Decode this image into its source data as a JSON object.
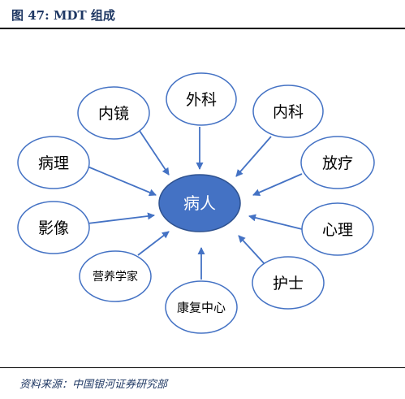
{
  "figure": {
    "title": "图 47:  MDT 组成",
    "source": "资料来源：中国银河证券研究部"
  },
  "colors": {
    "accent": "#4472C4",
    "center_fill": "#4472C4",
    "center_stroke": "#2F528F",
    "node_stroke": "#4472C4",
    "arrow": "#4472C4",
    "text": "#000000",
    "title": "#1F3864"
  },
  "diagram": {
    "center": {
      "label": "病人"
    },
    "nodes": [
      {
        "id": "waike",
        "label": "外科"
      },
      {
        "id": "neike",
        "label": "内科"
      },
      {
        "id": "fangliao",
        "label": "放疗"
      },
      {
        "id": "xinli",
        "label": "心理"
      },
      {
        "id": "hushi",
        "label": "护士"
      },
      {
        "id": "kangfu",
        "label": "康复中心"
      },
      {
        "id": "yingyang",
        "label": "营养学家"
      },
      {
        "id": "yingxiang",
        "label": "影像"
      },
      {
        "id": "bingli",
        "label": "病理"
      },
      {
        "id": "neijing",
        "label": "内镜"
      }
    ]
  }
}
